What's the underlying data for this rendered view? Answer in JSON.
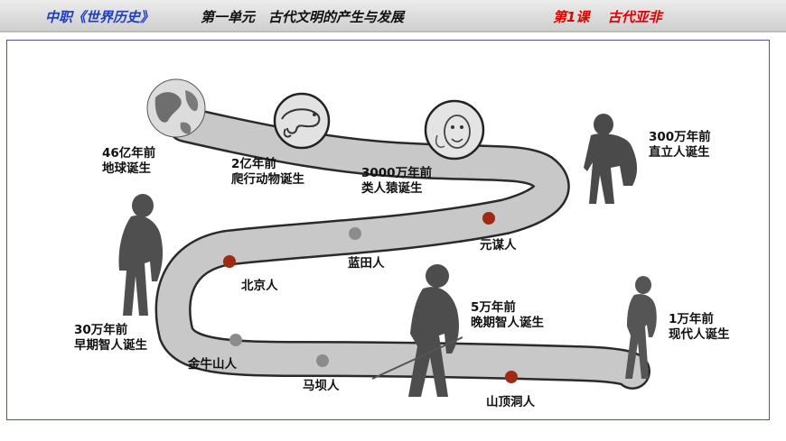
{
  "header": {
    "course": "中职《世界历史》",
    "unit": "第一单元　古代文明的产生与发展",
    "lesson": "第1课　 古代亚非"
  },
  "milestones": [
    {
      "line1": "46亿年前",
      "line2": "地球诞生",
      "icon": "globe-icon"
    },
    {
      "line1": "2亿年前",
      "line2": "爬行动物诞生",
      "icon": "reptile-icon"
    },
    {
      "line1": "3000万年前",
      "line2": "类人猿诞生",
      "icon": "ape-face-icon"
    },
    {
      "line1": "300万年前",
      "line2": "直立人诞生",
      "icon": "upright-man-figure"
    },
    {
      "line1": "30万年前",
      "line2": "早期智人诞生",
      "icon": "early-sapiens-figure"
    },
    {
      "line1": "5万年前",
      "line2": "晚期智人诞生",
      "icon": "late-sapiens-figure"
    },
    {
      "line1": "1万年前",
      "line2": "现代人诞生",
      "icon": "modern-man-figure"
    }
  ],
  "sites": [
    {
      "name": "元谋人",
      "color": "#9e2a14"
    },
    {
      "name": "蓝田人",
      "color": "#8c8c8c"
    },
    {
      "name": "北京人",
      "color": "#9e2a14"
    },
    {
      "name": "金牛山人",
      "color": "#8c8c8c"
    },
    {
      "name": "马坝人",
      "color": "#8c8c8c"
    },
    {
      "name": "山顶洞人",
      "color": "#9e2a14"
    }
  ],
  "colors": {
    "course": "#1f3fb8",
    "lesson": "#e00000",
    "road_fill": "#c8c8c8",
    "frame": "#4a55a8"
  }
}
